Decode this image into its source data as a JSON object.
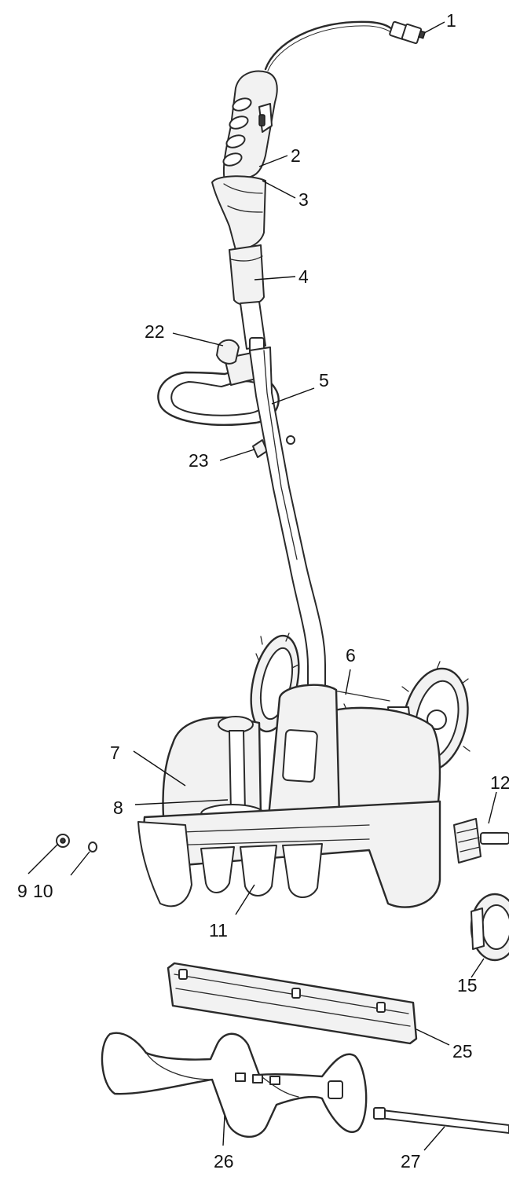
{
  "diagram": {
    "callouts": [
      {
        "id": "c1",
        "label": "1"
      },
      {
        "id": "c2",
        "label": "2"
      },
      {
        "id": "c3",
        "label": "3"
      },
      {
        "id": "c4",
        "label": "4"
      },
      {
        "id": "c22",
        "label": "22"
      },
      {
        "id": "c5",
        "label": "5"
      },
      {
        "id": "c23",
        "label": "23"
      },
      {
        "id": "c6",
        "label": "6"
      },
      {
        "id": "c7",
        "label": "7"
      },
      {
        "id": "c8",
        "label": "8"
      },
      {
        "id": "c9",
        "label": "9"
      },
      {
        "id": "c10",
        "label": "10"
      },
      {
        "id": "c11",
        "label": "11"
      },
      {
        "id": "c12",
        "label": "12"
      },
      {
        "id": "c15",
        "label": "15"
      },
      {
        "id": "c25",
        "label": "25"
      },
      {
        "id": "c26",
        "label": "26"
      },
      {
        "id": "c27",
        "label": "27"
      }
    ]
  }
}
